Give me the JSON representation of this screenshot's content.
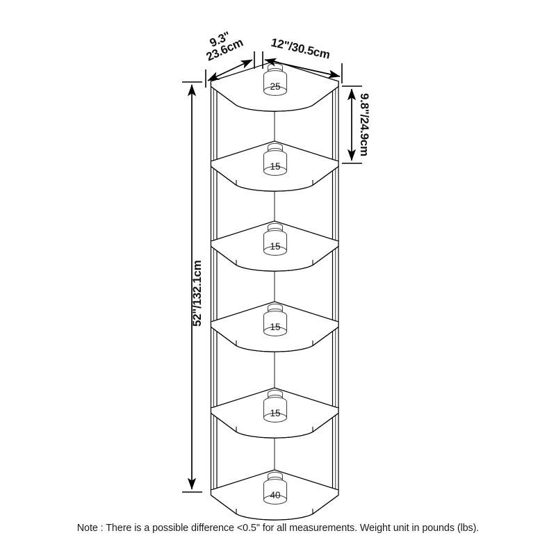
{
  "diagram": {
    "type": "technical-dimension-drawing",
    "subject": "6-tier corner shelf unit",
    "projection": "isometric",
    "line_color": "#000000",
    "fill_color": "#ffffff",
    "dimensions": {
      "depth": {
        "label": "9.3\"",
        "label_metric": "23.6cm",
        "combined": "9.3\"/23.6cm",
        "inches": 9.3,
        "centimeters": 23.6,
        "orientation": "diagonal-left",
        "position": "top-left"
      },
      "width": {
        "label": "12\"",
        "label_metric": "30.5cm",
        "combined": "12\"/30.5cm",
        "inches": 12,
        "centimeters": 30.5,
        "orientation": "diagonal-right",
        "position": "top-right"
      },
      "shelf_spacing": {
        "label": "9.8\"",
        "label_metric": "24.9cm",
        "combined": "9.8\"/24.9cm",
        "inches": 9.8,
        "centimeters": 24.9,
        "orientation": "vertical-rotated",
        "position": "right"
      },
      "height": {
        "label": "52\"",
        "label_metric": "132.1cm",
        "combined": "52\"/132.1cm",
        "inches": 52,
        "centimeters": 132.1,
        "orientation": "vertical-rotated",
        "position": "left"
      }
    },
    "shelves": [
      {
        "index": 1,
        "position": "top",
        "weight_capacity": "25",
        "unit": "lbs"
      },
      {
        "index": 2,
        "position": "second",
        "weight_capacity": "15",
        "unit": "lbs"
      },
      {
        "index": 3,
        "position": "third",
        "weight_capacity": "15",
        "unit": "lbs"
      },
      {
        "index": 4,
        "position": "fourth",
        "weight_capacity": "15",
        "unit": "lbs"
      },
      {
        "index": 5,
        "position": "fifth",
        "weight_capacity": "15",
        "unit": "lbs"
      },
      {
        "index": 6,
        "position": "bottom",
        "weight_capacity": "40",
        "unit": "lbs"
      }
    ]
  },
  "footer": {
    "note": "Note : There is a possible difference <0.5\" for all measurements. Weight unit in pounds (lbs)."
  }
}
